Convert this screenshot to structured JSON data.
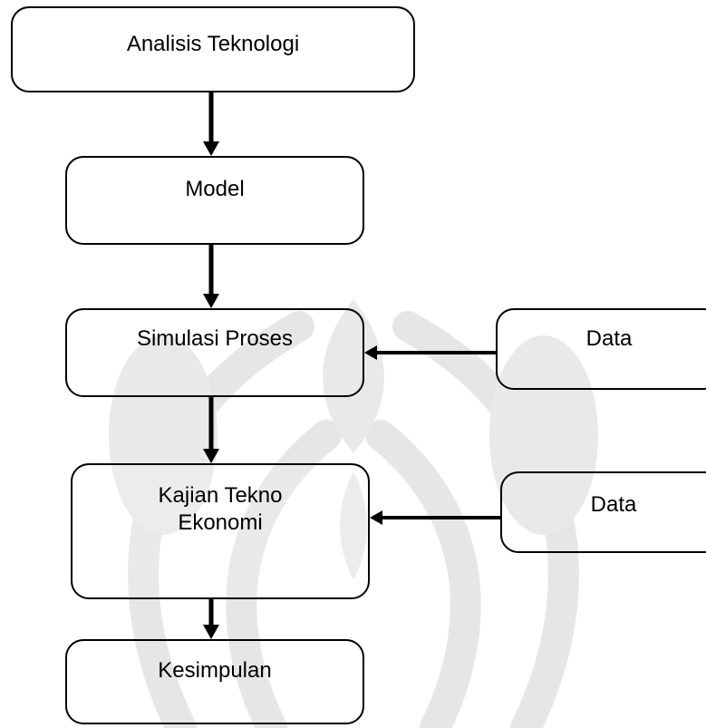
{
  "diagram": {
    "nodes": [
      {
        "id": "analisis",
        "label": "Analisis Teknologi"
      },
      {
        "id": "model",
        "label": "Model"
      },
      {
        "id": "simulasi",
        "label": "Simulasi Proses"
      },
      {
        "id": "kajian",
        "label": "Kajian Tekno\nEkonomi"
      },
      {
        "id": "kesimpulan",
        "label": "Kesimpulan"
      },
      {
        "id": "data1",
        "label": "Data"
      },
      {
        "id": "data2",
        "label": "Data"
      }
    ],
    "edges": [
      {
        "from": "analisis",
        "to": "model"
      },
      {
        "from": "model",
        "to": "simulasi"
      },
      {
        "from": "simulasi",
        "to": "kajian"
      },
      {
        "from": "kajian",
        "to": "kesimpulan"
      },
      {
        "from": "data1",
        "to": "simulasi"
      },
      {
        "from": "data2",
        "to": "kajian"
      }
    ]
  },
  "colors": {
    "line": "#000000",
    "watermark": "#e3e3e3"
  }
}
